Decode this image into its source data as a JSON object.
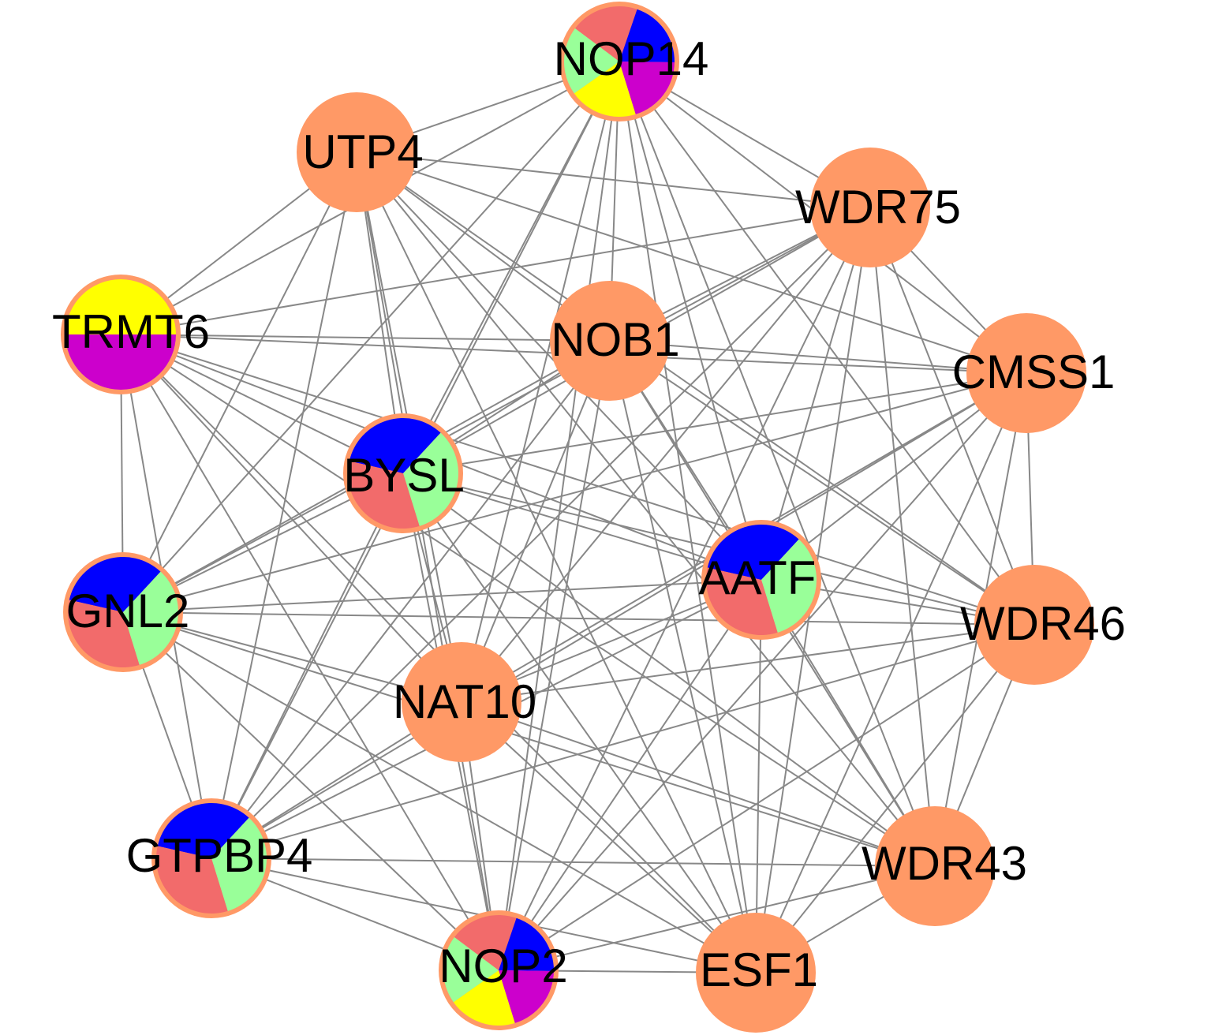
{
  "colors": {
    "node_fill": "#FF9966",
    "edge": "#888888",
    "red": "#F26B6B",
    "blue": "#0000FF",
    "green": "#99FF99",
    "yellow": "#FFFF00",
    "purple": "#CC00CC"
  },
  "network": {
    "nodes": [
      {
        "id": "NOP14",
        "label": "NOP14",
        "pie": [
          "red",
          "blue",
          "purple",
          "yellow",
          "green"
        ]
      },
      {
        "id": "UTP4",
        "label": "UTP4"
      },
      {
        "id": "WDR75",
        "label": "WDR75"
      },
      {
        "id": "TRMT6",
        "label": "TRMT6",
        "pie": [
          "yellow",
          "purple"
        ]
      },
      {
        "id": "NOB1",
        "label": "NOB1"
      },
      {
        "id": "CMSS1",
        "label": "CMSS1"
      },
      {
        "id": "BYSL",
        "label": "BYSL",
        "pie": [
          "blue",
          "green",
          "red"
        ]
      },
      {
        "id": "AATF",
        "label": "AATF",
        "pie": [
          "blue",
          "green",
          "red"
        ]
      },
      {
        "id": "GNL2",
        "label": "GNL2",
        "pie": [
          "blue",
          "green",
          "red"
        ]
      },
      {
        "id": "WDR46",
        "label": "WDR46"
      },
      {
        "id": "NAT10",
        "label": "NAT10"
      },
      {
        "id": "GTPBP4",
        "label": "GTPBP4",
        "pie": [
          "blue",
          "green",
          "red"
        ]
      },
      {
        "id": "WDR43",
        "label": "WDR43"
      },
      {
        "id": "NOP2",
        "label": "NOP2",
        "pie": [
          "red",
          "blue",
          "purple",
          "yellow",
          "green"
        ]
      },
      {
        "id": "ESF1",
        "label": "ESF1"
      }
    ],
    "edges": "complete"
  }
}
